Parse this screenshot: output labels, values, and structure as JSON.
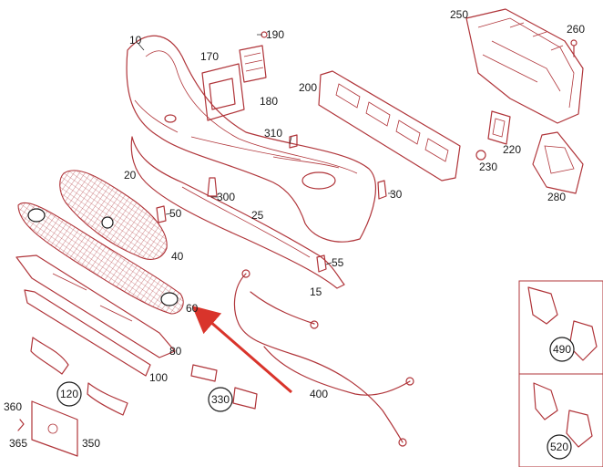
{
  "colors": {
    "line": "#b0353a",
    "arrow": "#d9342b",
    "text": "#1a1a1a",
    "background": "#ffffff"
  },
  "labels": {
    "p10": "10",
    "p15": "15",
    "p20": "20",
    "p25": "25",
    "p30": "30",
    "p40": "40",
    "p50": "50",
    "p55": "55",
    "p60": "60",
    "p80": "80",
    "p100": "100",
    "p120": "120",
    "p170": "170",
    "p180": "180",
    "p190": "190",
    "p200": "200",
    "p220": "220",
    "p230": "230",
    "p250": "250",
    "p260": "260",
    "p280": "280",
    "p300": "300",
    "p310": "310",
    "p330": "330",
    "p350": "350",
    "p360": "360",
    "p365": "365",
    "p400": "400",
    "p490": "490",
    "p520": "520"
  },
  "callout": {
    "target": "60",
    "icon": "red-arrow-icon"
  }
}
